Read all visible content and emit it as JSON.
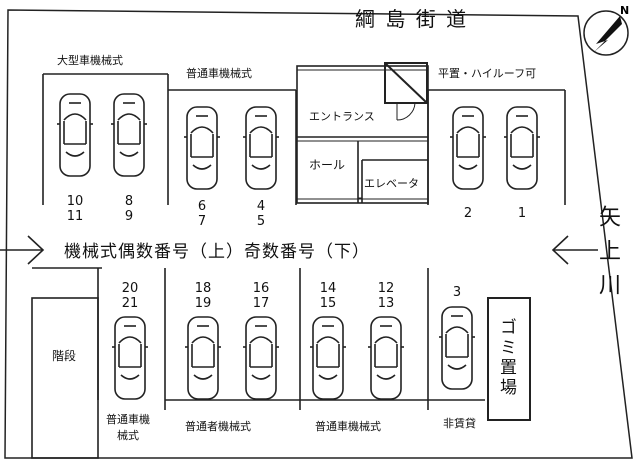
{
  "road_top": "綱 島 街 道",
  "road_right": "矢上川",
  "compass": "N",
  "labels": {
    "large_mech": "大型車機械式",
    "normal_mech_top": "普通車機械式",
    "flat_high_roof": "平置・ハイルーフ可",
    "entrance": "エントランス",
    "hall": "ホール",
    "elevator": "エレベータ",
    "center_note": "機械式偶数番号（上）奇数番号（下）",
    "stairs": "階段",
    "garbage": "ゴミ置場",
    "bottom_normal_1": "普通車機械式",
    "bottom_normal_2": "普通者機械式",
    "bottom_normal_3": "普通車機械式",
    "bottom_nonrental": "非賃貸"
  },
  "numbers": {
    "n10": "10",
    "n11": "11",
    "n8": "8",
    "n9": "9",
    "n6": "6",
    "n7": "7",
    "n4": "4",
    "n5": "5",
    "n2": "2",
    "n1": "1",
    "n20": "20",
    "n21": "21",
    "n18": "18",
    "n19": "19",
    "n16": "16",
    "n17": "17",
    "n14": "14",
    "n15": "15",
    "n12": "12",
    "n13": "13",
    "n3": "3"
  }
}
